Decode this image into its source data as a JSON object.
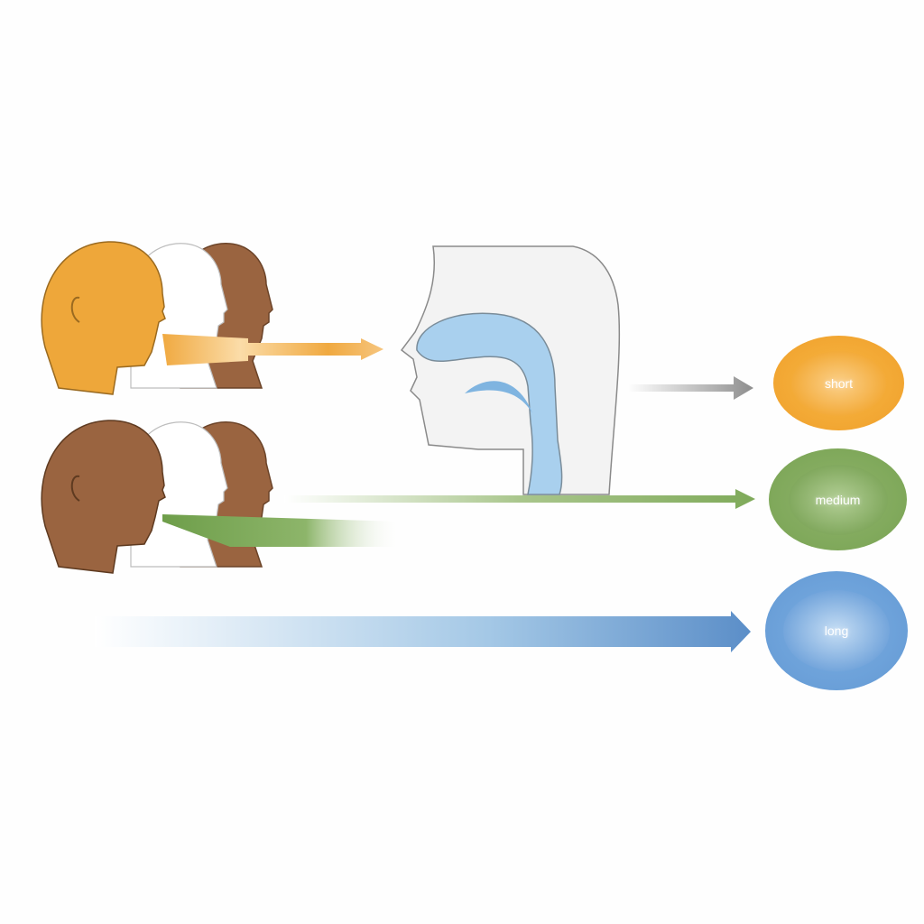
{
  "diagram": {
    "description": "Human head profiles emitting arrows toward a nasal-airway cross-section, mapping to short / medium / long outcome ovals",
    "outcomes": [
      {
        "id": "short",
        "label": "short",
        "color": "#f2a632"
      },
      {
        "id": "medium",
        "label": "medium",
        "color": "#7fa85a"
      },
      {
        "id": "long",
        "label": "long",
        "color": "#6a9fd8"
      }
    ],
    "head_groups": [
      {
        "id": "group-1",
        "skin_tones": [
          "#eea73a",
          "#ffffff",
          "#9a6440"
        ],
        "arrow_color": "#f0a940"
      },
      {
        "id": "group-2",
        "skin_tones": [
          "#9a6440",
          "#ffffff",
          "#9a6440"
        ],
        "arrow_color": "#7faa5a"
      }
    ],
    "arrows": [
      {
        "id": "orange-arrow",
        "color": "#f0a940",
        "target": "airway"
      },
      {
        "id": "gray-arrow",
        "color": "#999999",
        "target": "short"
      },
      {
        "id": "green-arrow",
        "color": "#7faa5a",
        "target": "medium"
      },
      {
        "id": "blue-arrow",
        "color": "#6a9fd8",
        "target": "long"
      }
    ],
    "airway_colors": {
      "head_fill": "#f3f3f3",
      "outline": "#8a8a8a",
      "airway": "#a9d0ee"
    }
  }
}
